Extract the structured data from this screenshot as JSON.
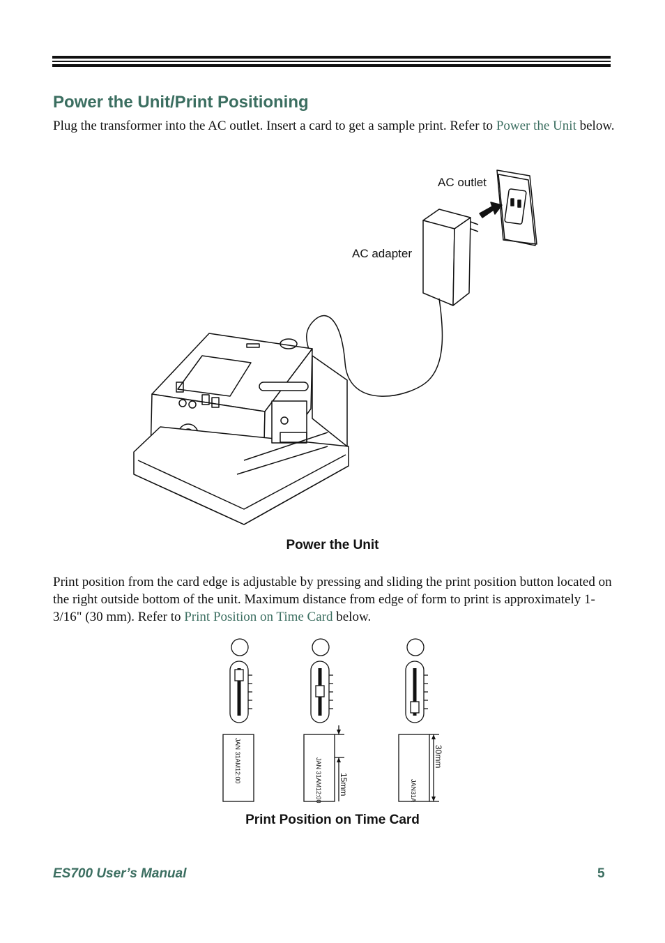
{
  "section": {
    "title": "Power the Unit/Print Positioning"
  },
  "intro": {
    "text_before": "Plug the transformer into the AC outlet. Insert a card to get a sample print. Refer to ",
    "link": "Power the Unit",
    "text_after": " below."
  },
  "figure_power": {
    "label_outlet": "AC outlet",
    "label_adapter": "AC adapter",
    "caption": "Power the Unit"
  },
  "position_text": {
    "text_before": "Print position from the card edge is adjustable by pressing and sliding the print position button located on the right outside bottom of the unit. Maximum distance from edge of form to print is approximately 1-3/16\" (30 mm).  Refer to ",
    "link": "Print Position on Time Card",
    "text_after": " below."
  },
  "figure_position": {
    "card1": "JAN 31AM12:00",
    "card2": "JAN 31AM12:00",
    "card3": "JAN31A",
    "dim2": "15mm",
    "dim3": "30mm",
    "caption": "Print Position on Time Card"
  },
  "footer": {
    "manual": "ES700 User’s Manual",
    "page": "5"
  }
}
